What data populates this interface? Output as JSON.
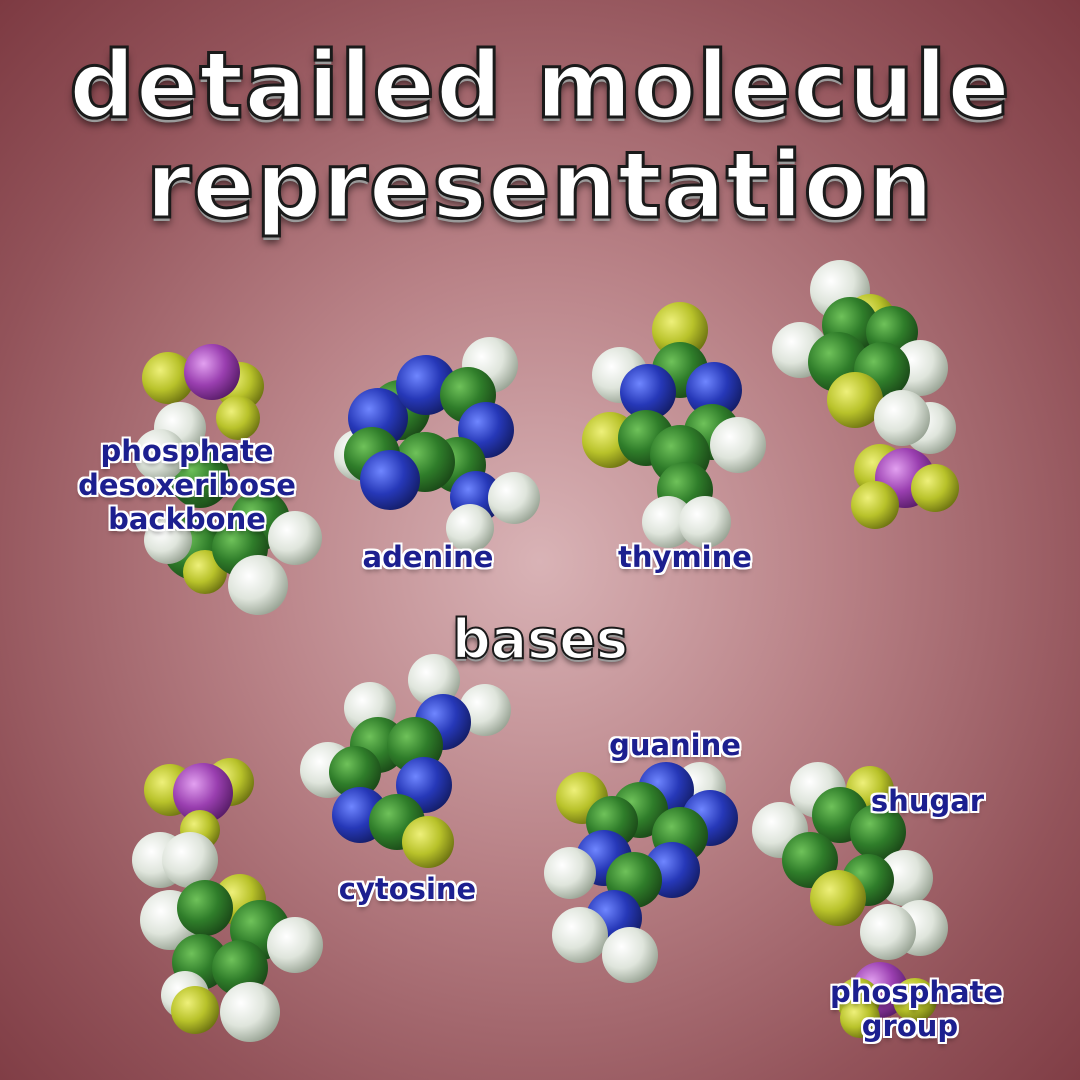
{
  "title": {
    "line1": "detailed molecule",
    "line2": "representation"
  },
  "heading": "bases",
  "labels": {
    "backbone": [
      "phosphate",
      "desoxeribose",
      "backbone"
    ],
    "adenine": "adenine",
    "thymine": "thymine",
    "cytosine": "cytosine",
    "guanine": "guanine",
    "sugar": "shugar",
    "phosphate_group": [
      "phosphate",
      "group"
    ]
  },
  "atom_colors": {
    "carbon": "#2f7d2a",
    "nitrogen": "#2638b8",
    "hydrogen": "#e8ece6",
    "oxygen": "#b8c22a",
    "phosphorus": "#9a3fb0"
  }
}
